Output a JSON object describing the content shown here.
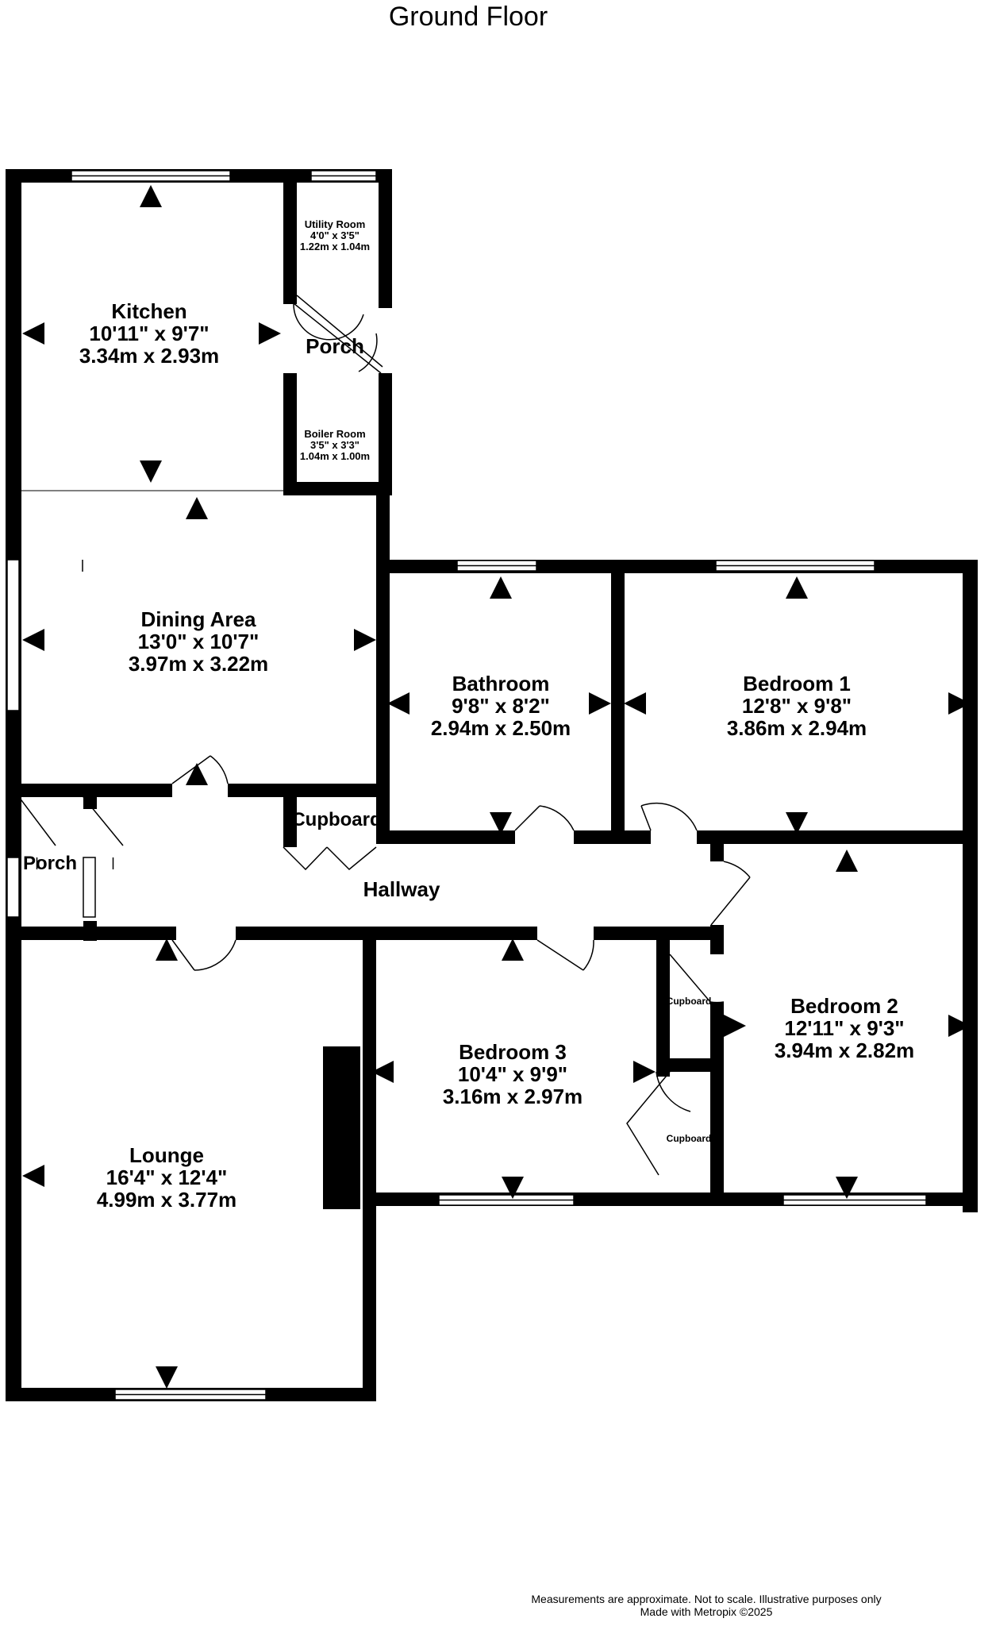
{
  "title": "Ground Floor",
  "rooms": [
    {
      "id": "kitchen",
      "name": "Kitchen",
      "imperial": "10'11\"  x 9'7\"",
      "metric": "3.34m  x 2.93m"
    },
    {
      "id": "utility",
      "name": "Utility Room",
      "imperial": "4'0\"  x 3'5\"",
      "metric": "1.22m  x 1.04m"
    },
    {
      "id": "porch-top",
      "name": "Porch"
    },
    {
      "id": "boiler",
      "name": "Boiler Room",
      "imperial": "3'5\"  x 3'3\"",
      "metric": "1.04m  x 1.00m"
    },
    {
      "id": "dining",
      "name": "Dining Area",
      "imperial": "13'0\"  x 10'7\"",
      "metric": "3.97m  x 3.22m"
    },
    {
      "id": "bathroom",
      "name": "Bathroom",
      "imperial": "9'8\"  x 8'2\"",
      "metric": "2.94m  x 2.50m"
    },
    {
      "id": "bedroom1",
      "name": "Bedroom 1",
      "imperial": "12'8\"  x 9'8\"",
      "metric": "3.86m  x 2.94m"
    },
    {
      "id": "cupboard-hall",
      "name": "Cupboard"
    },
    {
      "id": "porch-left",
      "name": "Porch"
    },
    {
      "id": "hallway",
      "name": "Hallway"
    },
    {
      "id": "bedroom2",
      "name": "Bedroom 2",
      "imperial": "12'11\"  x 9'3\"",
      "metric": "3.94m  x 2.82m"
    },
    {
      "id": "cupboard-b2a",
      "name": "Cupboard"
    },
    {
      "id": "bedroom3",
      "name": "Bedroom 3",
      "imperial": "10'4\"  x 9'9\"",
      "metric": "3.16m  x 2.97m"
    },
    {
      "id": "cupboard-b2b",
      "name": "Cupboard"
    },
    {
      "id": "lounge",
      "name": "Lounge",
      "imperial": "16'4\"  x 12'4\"",
      "metric": "4.99m  x 3.77m"
    }
  ],
  "footer": {
    "line1": "Measurements are approximate.  Not to scale.  Illustrative purposes only",
    "line2": "Made with Metropix ©2025"
  }
}
